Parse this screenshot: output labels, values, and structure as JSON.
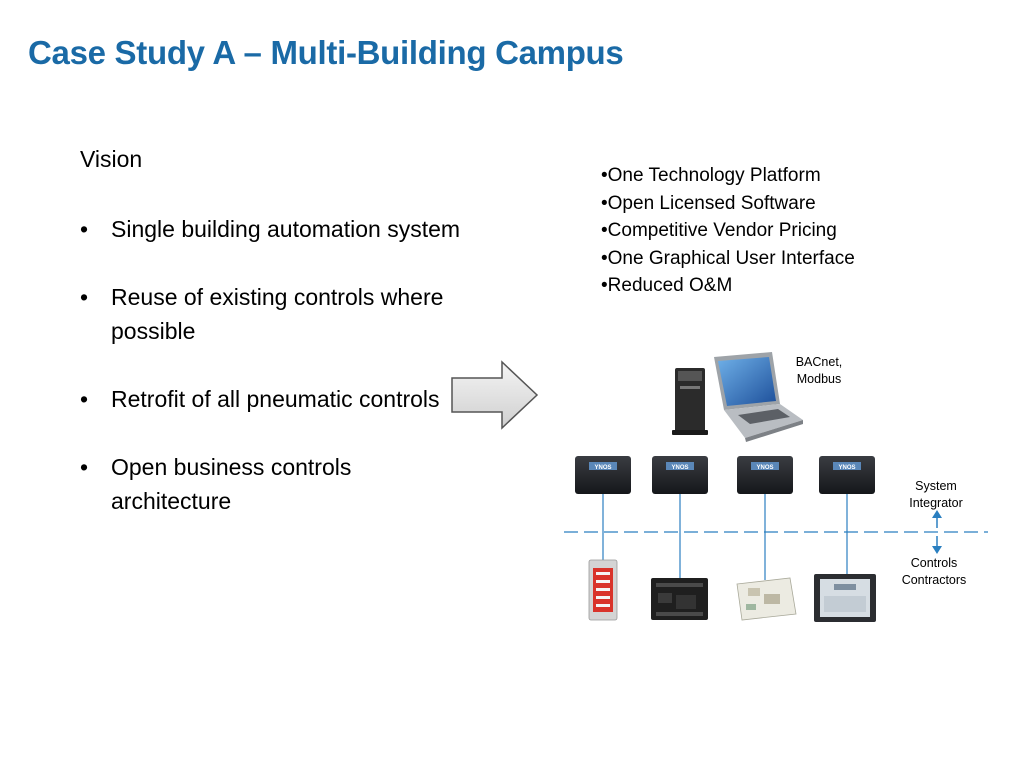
{
  "slide": {
    "title": "Case Study A – Multi-Building Campus"
  },
  "vision": {
    "heading": "Vision",
    "bullet_glyph": "•",
    "items": [
      "Single building automation system",
      "Reuse of existing controls where possible",
      "Retrofit of all pneumatic controls",
      "Open business controls architecture"
    ]
  },
  "benefits": {
    "items": [
      "•One Technology Platform",
      "•Open Licensed Software",
      "•Competitive Vendor Pricing",
      "•One Graphical User Interface",
      "•Reduced O&M"
    ]
  },
  "diagram": {
    "protocol_label": "BACnet, Modbus",
    "upper_label": "System Integrator",
    "lower_label": "Controls Contractors",
    "controller_badge": "YNOS",
    "colors": {
      "title": "#1a6aa6",
      "network_line": "#2a7fc0",
      "arrow_fill": "#e6e6e6",
      "arrow_stroke": "#555555"
    }
  }
}
